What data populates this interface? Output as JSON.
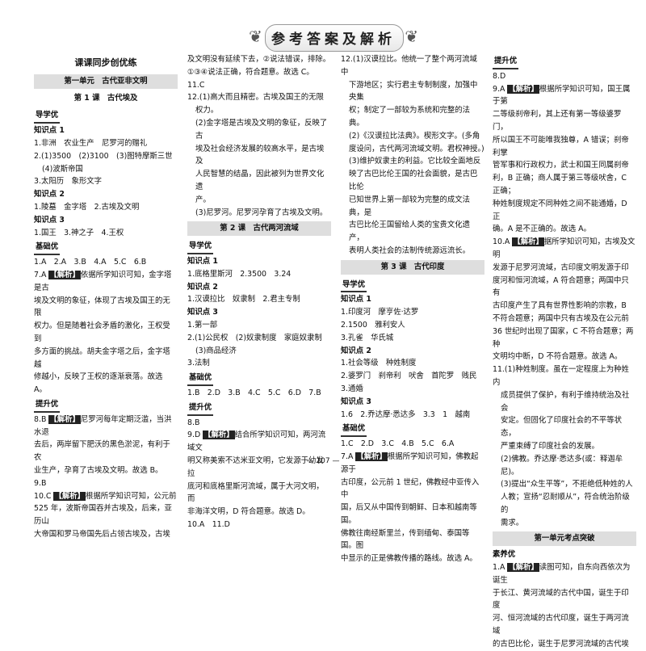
{
  "header": {
    "title": "参考答案及解析"
  },
  "footer": {
    "page": "— 107 —"
  },
  "col1": {
    "heading": "课课同步创优练",
    "unit": "第一单元　古代亚非文明",
    "lesson": "第 1 课　古代埃及",
    "daoxue": "导学优",
    "kp1": "知识点 1",
    "l1": "1.非洲　农业生产　尼罗河的赠礼",
    "l2": "2.(1)3500　(2)3100　(3)图特摩斯三世",
    "l3": "(4)波斯帝国",
    "l4": "3.太阳历　象形文字",
    "kp2": "知识点 2",
    "l5": "1.陵墓　金字塔　2.古埃及文明",
    "kp3": "知识点 3",
    "l6": "1.国王　3.神之子　4.王权",
    "jichu": "基础优",
    "l7": "1.A　2.A　3.B　4.A　5.C　6.B",
    "l8a": "7.A",
    "jx": "【解析】",
    "l8b": "依据所学知识可知，金字塔是古",
    "l9": "埃及文明的象征，体现了古埃及国王的无限",
    "l10": "权力。但是随着社会矛盾的激化，王权受到",
    "l11": "多方面的挑战。胡夫金字塔之后，金字塔越",
    "l12": "修越小，反映了王权的逐渐衰落。故选 A。",
    "tisheng": "提升优",
    "l13a": "8.B",
    "l13b": "尼罗河每年定期泛滥，当洪水退",
    "l14": "去后，两岸留下肥沃的黑色淤泥，有利于农",
    "l15": "业生产，孕育了古埃及文明。故选 B。",
    "l16": "9.B",
    "l17a": "10.C",
    "l17b": "根据所学知识可知，公元前",
    "l18": "525 年，波斯帝国吞并古埃及，后来，亚历山",
    "l19": "大帝国和罗马帝国先后占领古埃及，古埃"
  },
  "col2": {
    "l1": "及文明没有延续下去，②说法错误，排除。",
    "l2": "①③④说法正确，符合题意。故选 C。",
    "l3": "11.C",
    "l4": "12.(1)高大而且精密。古埃及国王的无限",
    "l5": "权力。",
    "l6": "(2)金字塔是古埃及文明的象征，反映了古",
    "l7": "埃及社会经济发展的较高水平，是古埃及",
    "l8": "人民智慧的结晶，因此被列为世界文化遗",
    "l9": "产。",
    "l10": "(3)尼罗河。尼罗河孕育了古埃及文明。",
    "lesson": "第 2 课　古代两河流域",
    "daoxue": "导学优",
    "kp1": "知识点 1",
    "l11": "1.底格里斯河　2.3500　3.24",
    "kp2": "知识点 2",
    "l12": "1.汉谟拉比　奴隶制　2.君主专制",
    "kp3": "知识点 3",
    "l13": "1.第一部",
    "l14": "2.(1)公民权　(2)奴隶制度　家庭奴隶制",
    "l15": "(3)商品经济",
    "l16": "3.法制",
    "jichu": "基础优",
    "l17": "1.B　2.D　3.B　4.C　5.C　6.D　7.B",
    "tisheng": "提升优",
    "l18": "8.B",
    "l19a": "9.D",
    "l19b": "结合所学知识可知，两河流域文",
    "l20": "明又称美索不达米亚文明，它发源于幼发拉",
    "l21": "底河和底格里斯河流域，属于大河文明，而",
    "l22": "非海洋文明，D 符合题意。故选 D。",
    "l23": "10.A　11.D"
  },
  "col3": {
    "l1": "12.(1)汉谟拉比。他统一了整个两河流域中",
    "l2": "下游地区；实行君主专制制度，加强中央集",
    "l3": "权；制定了一部较为系统和完整的法典。",
    "l4": "(2)《汉谟拉比法典》。楔形文字。(多角",
    "l5": "度设问，古代两河流域文明。君权神授。)",
    "l6": "(3)维护奴隶主的利益。它比较全面地反",
    "l7": "映了古巴比伦王国的社会面貌，是古巴比伦",
    "l8": "已知世界上第一部较为完整的成文法典，是",
    "l9": "古巴比伦王国留给人类的宝贵文化遗产，",
    "l10": "表明人类社会的法制传统源远流长。",
    "lesson": "第 3 课　古代印度",
    "daoxue": "导学优",
    "kp1": "知识点 1",
    "l11": "1.印度河　摩亨佐·达罗",
    "l12": "2.1500　雅利安人",
    "l13": "3.孔雀　华氏城",
    "kp2": "知识点 2",
    "l14": "1.社会等级　种姓制度",
    "l15": "2.婆罗门　刹帝利　吠舍　首陀罗　贱民",
    "l16": "3.通婚",
    "kp3": "知识点 3",
    "l17": "1.6　2.乔达摩·悉达多　3.3　1　越南",
    "jichu": "基础优",
    "l18": "1.C　2.D　3.C　4.B　5.C　6.A",
    "l19a": "7.A",
    "l19b": "根据所学知识可知，佛教起源于",
    "l20": "古印度，公元前 1 世纪，佛教经中亚传入中",
    "l21": "国，后又从中国传到朝鲜、日本和越南等国。",
    "l22": "佛教往南经斯里兰，传到缅甸、泰国等国。图",
    "l23": "中显示的正是佛教传播的路线。故选 A。"
  },
  "col4": {
    "tisheng": "提升优",
    "l1": "8.D",
    "l2a": "9.A",
    "l2b": "根据所学知识可知，国王属于第",
    "l3": "二等级刹帝利，其上还有第一等级婆罗门，",
    "l4": "所以国王不可能唯我独尊，A 错误；刹帝利掌",
    "l5": "管军事和行政权力，武士和国王同属刹帝",
    "l6": "利，B 正确；商人属于第三等级吠舍，C 正确；",
    "l7": "种姓制度规定不同种姓之间不能通婚，D 正",
    "l8": "确。A 是不正确的。故选 A。",
    "l9a": "10.A",
    "l9b": "据所学知识可知，古埃及文明",
    "l10": "发源于尼罗河流域，古印度文明发源于印",
    "l11": "度河和恒河流域，A 符合题意；两国中只有",
    "l12": "古印度产生了具有世界性影响的宗教，B",
    "l13": "不符合题意；两国中只有古埃及在公元前",
    "l14": "36 世纪时出现了国家，C 不符合题意；两种",
    "l15": "文明均中断，D 不符合题意。故选 A。",
    "l16": "11.(1)种姓制度。虽在一定程度上为种姓内",
    "l17": "成员提供了保护，有利于维持统治及社会",
    "l18": "安定。但固化了印度社会的不平等状态，",
    "l19": "严重束缚了印度社会的发展。",
    "l20": "(2)佛教。乔达摩·悉达多(或：释迦牟尼)。",
    "l21": "(3)提出“众生平等”，不拒绝低种姓的人",
    "l22": "人教；宣扬“忍耐顺从”，符合统治阶级的",
    "l23": "需求。",
    "unit_test": "第一单元考点突破",
    "suyang": "素养优",
    "l24a": "1.A",
    "l24b": "读图可知，自东向西依次为诞生",
    "l25": "于长江、黄河流域的古代中国，诞生于印度",
    "l26": "河、恒河流域的古代印度，诞生于两河流域",
    "l27": "的古巴比伦，诞生于尼罗河流域的古代埃"
  }
}
